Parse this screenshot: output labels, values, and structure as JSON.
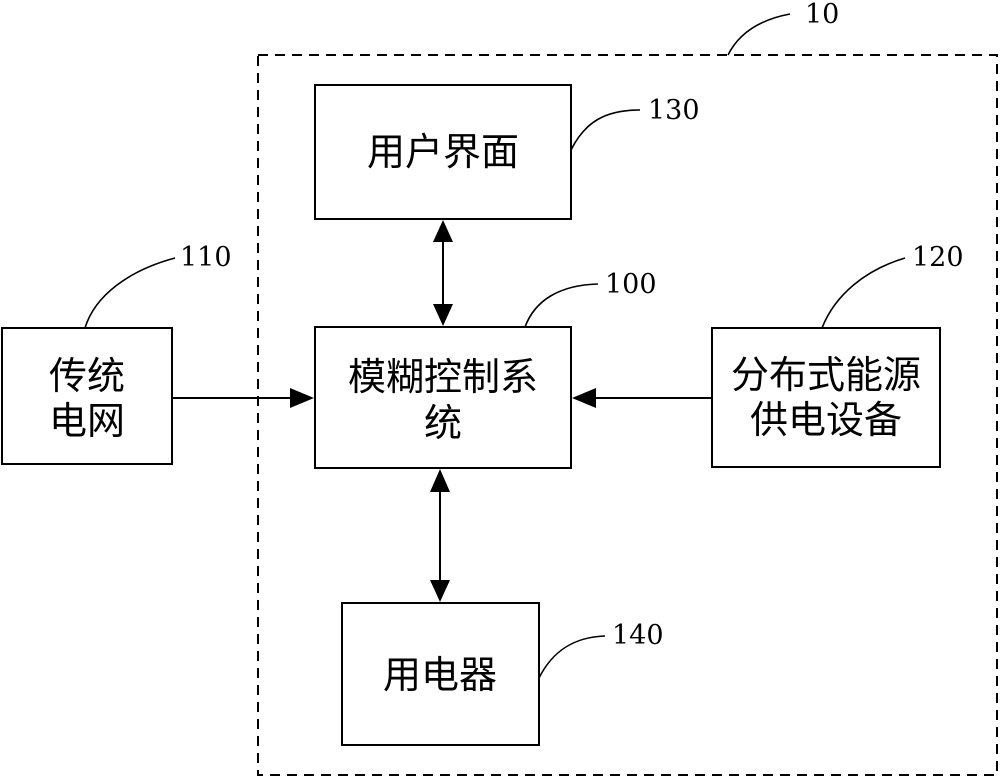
{
  "system_ref": "10",
  "blocks": {
    "user_interface": {
      "ref": "130",
      "label": "用户界面"
    },
    "fuzzy_control": {
      "ref": "100",
      "line1": "模糊控制系",
      "line2": "统"
    },
    "grid": {
      "ref": "110",
      "line1": "传统",
      "line2": "电网"
    },
    "distributed": {
      "ref": "120",
      "line1": "分布式能源",
      "line2": "供电设备"
    },
    "appliance": {
      "ref": "140",
      "label": "用电器"
    }
  }
}
